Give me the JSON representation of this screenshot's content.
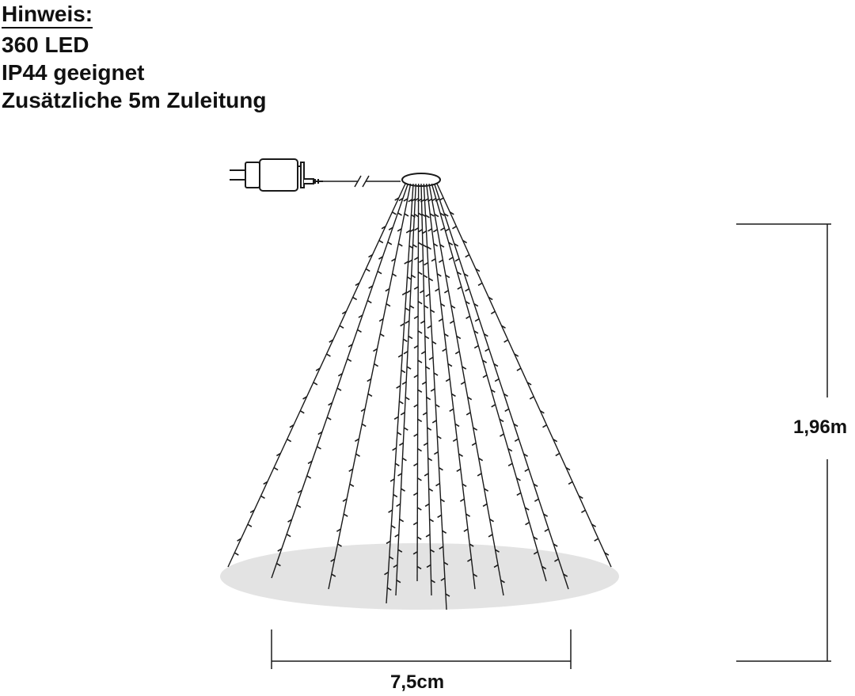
{
  "notes": {
    "heading": "Hinweis:",
    "lines": [
      "360 LED",
      "IP44 geeignet",
      "Zusätzliche 5m Zuleitung"
    ]
  },
  "dimensions": {
    "height": "1,96m",
    "width": "7,5cm"
  },
  "colors": {
    "stroke": "#1a1a1a",
    "base_ellipse": "#e3e3e3"
  },
  "icons": [
    "power-plug-icon",
    "transformer-icon",
    "led-light-tree-icon"
  ]
}
